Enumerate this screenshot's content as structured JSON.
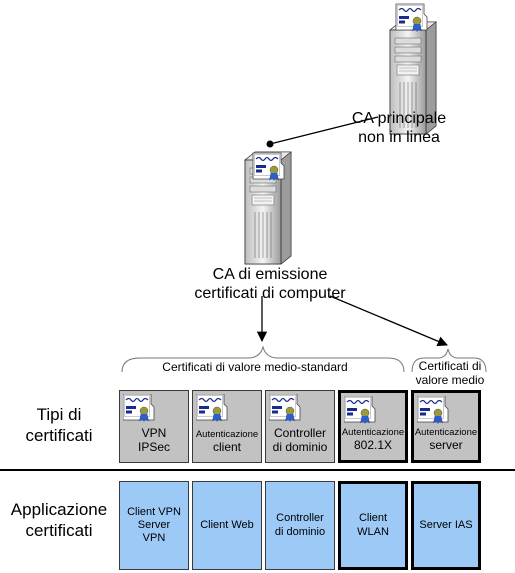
{
  "root_ca": {
    "label_line1": "CA principale",
    "label_line2": "non in linea"
  },
  "issuing_ca": {
    "label_line1": "CA di emissione",
    "label_line2": "certificati di computer"
  },
  "groups": {
    "standard": "Certificati di valore medio-standard",
    "medium": "Certificati di valore medio"
  },
  "rows": {
    "certificate_types": {
      "line1": "Tipi di",
      "line2": "certificati"
    },
    "applications": {
      "line1": "Applicazione",
      "line2": "certificati"
    }
  },
  "certificate_types": [
    {
      "line1": "VPN",
      "line2": "IPSec",
      "emphasis": false,
      "small_text": false
    },
    {
      "line1": "Autenticazione",
      "line2": "client",
      "emphasis": false,
      "small_text": true
    },
    {
      "line1": "Controller",
      "line2": "di dominio",
      "emphasis": false,
      "small_text": false
    },
    {
      "line1": "Autenticazione",
      "line2": "802.1X",
      "emphasis": true,
      "small_text": true
    },
    {
      "line1": "Autenticazione",
      "line2": "server",
      "emphasis": true,
      "small_text": true
    }
  ],
  "applications": [
    {
      "lines": [
        "Client VPN",
        "Server",
        "VPN"
      ],
      "emphasis": false
    },
    {
      "lines": [
        "Client Web"
      ],
      "emphasis": false
    },
    {
      "lines": [
        "Controller",
        "di dominio"
      ],
      "emphasis": false
    },
    {
      "lines": [
        "Client",
        "WLAN"
      ],
      "emphasis": true
    },
    {
      "lines": [
        "Server IAS"
      ],
      "emphasis": true
    }
  ],
  "colors": {
    "certificate_box": "#c2c2c2",
    "application_box": "#9cc9f6",
    "certificate_icon": "#1a2a8c",
    "seal": "#9a9a3a"
  },
  "icons": {
    "server": "server-tower-icon",
    "certificate": "certificate-seal-icon"
  }
}
